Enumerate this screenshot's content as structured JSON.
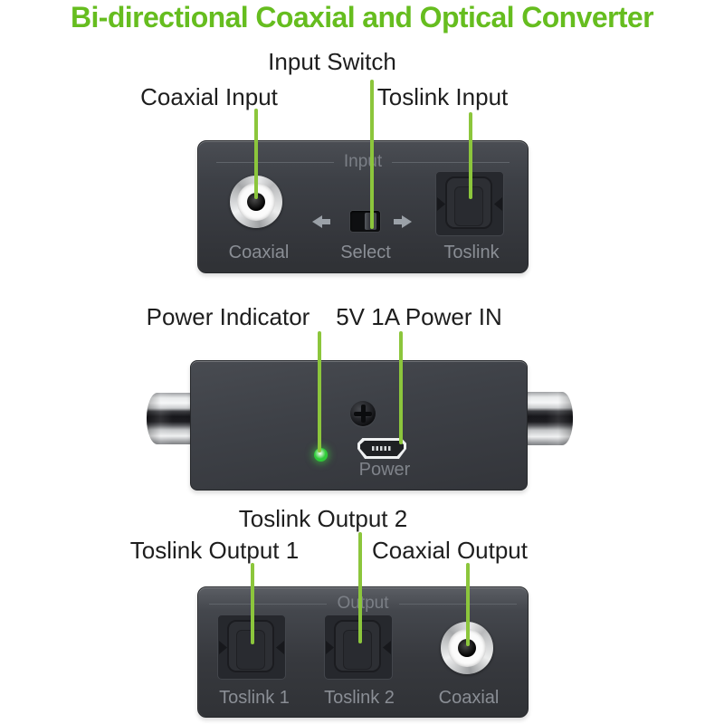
{
  "title": "Bi-directional Coaxial and Optical Converter",
  "colors": {
    "title_green": "#66bd1f",
    "leader_green": "#8cc63c",
    "led_green": "#2ecb38"
  },
  "input_view": {
    "annotations": {
      "switch": "Input Switch",
      "coaxial": "Coaxial Input",
      "toslink": "Toslink Input"
    },
    "panel": {
      "header": "Input",
      "coaxial_label": "Coaxial",
      "select_label": "Select",
      "toslink_label": "Toslink"
    }
  },
  "power_view": {
    "annotations": {
      "indicator": "Power Indicator",
      "power_in": "5V 1A Power IN"
    },
    "panel": {
      "power_label": "Power"
    }
  },
  "output_view": {
    "annotations": {
      "toslink1": "Toslink Output 1",
      "toslink2": "Toslink Output 2",
      "coaxial": "Coaxial Output"
    },
    "panel": {
      "header": "Output",
      "toslink1_label": "Toslink 1",
      "toslink2_label": "Toslink 2",
      "coaxial_label": "Coaxial"
    }
  }
}
